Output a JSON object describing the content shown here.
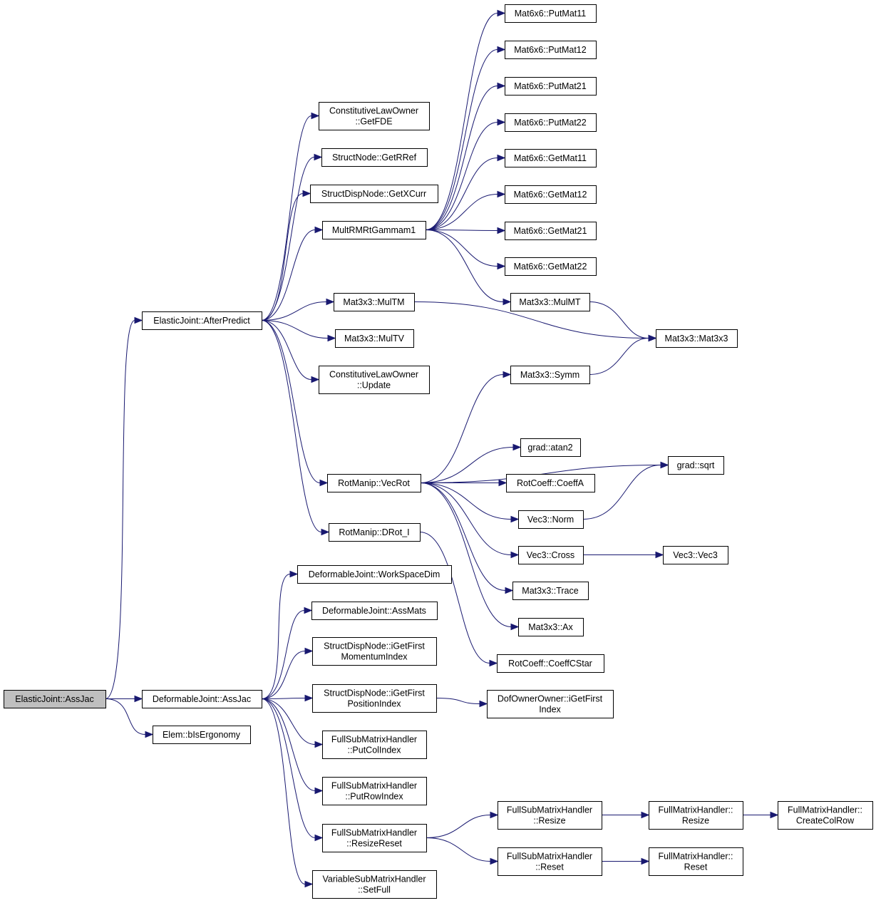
{
  "graph": {
    "type": "doxygen-call-graph",
    "colors": {
      "edge": "#191970",
      "root_fill": "#bfbfbf",
      "node_fill": "#ffffff",
      "node_stroke": "#000000"
    },
    "nodes": [
      {
        "id": "n0",
        "lines": [
          "ElasticJoint::AssJac"
        ],
        "root": true
      },
      {
        "id": "n1",
        "lines": [
          "ElasticJoint::AfterPredict"
        ]
      },
      {
        "id": "n2",
        "lines": [
          "DeformableJoint::AssJac"
        ]
      },
      {
        "id": "n3",
        "lines": [
          "Elem::bIsErgonomy"
        ]
      },
      {
        "id": "n4",
        "lines": [
          "ConstitutiveLawOwner",
          "::GetFDE"
        ]
      },
      {
        "id": "n5",
        "lines": [
          "StructNode::GetRRef"
        ]
      },
      {
        "id": "n6",
        "lines": [
          "StructDispNode::GetXCurr"
        ]
      },
      {
        "id": "n7",
        "lines": [
          "MultRMRtGammam1"
        ]
      },
      {
        "id": "n8",
        "lines": [
          "Mat3x3::MulTM"
        ]
      },
      {
        "id": "n9",
        "lines": [
          "Mat3x3::MulTV"
        ]
      },
      {
        "id": "n10",
        "lines": [
          "ConstitutiveLawOwner",
          "::Update"
        ]
      },
      {
        "id": "n11",
        "lines": [
          "RotManip::VecRot"
        ]
      },
      {
        "id": "n12",
        "lines": [
          "RotManip::DRot_I"
        ]
      },
      {
        "id": "n13",
        "lines": [
          "Mat6x6::PutMat11"
        ]
      },
      {
        "id": "n14",
        "lines": [
          "Mat6x6::PutMat12"
        ]
      },
      {
        "id": "n15",
        "lines": [
          "Mat6x6::PutMat21"
        ]
      },
      {
        "id": "n16",
        "lines": [
          "Mat6x6::PutMat22"
        ]
      },
      {
        "id": "n17",
        "lines": [
          "Mat6x6::GetMat11"
        ]
      },
      {
        "id": "n18",
        "lines": [
          "Mat6x6::GetMat12"
        ]
      },
      {
        "id": "n19",
        "lines": [
          "Mat6x6::GetMat21"
        ]
      },
      {
        "id": "n20",
        "lines": [
          "Mat6x6::GetMat22"
        ]
      },
      {
        "id": "n21",
        "lines": [
          "Mat3x3::MulMT"
        ]
      },
      {
        "id": "n22",
        "lines": [
          "Mat3x3::Mat3x3"
        ]
      },
      {
        "id": "n23",
        "lines": [
          "Mat3x3::Symm"
        ]
      },
      {
        "id": "n24",
        "lines": [
          "grad::atan2"
        ]
      },
      {
        "id": "n25",
        "lines": [
          "grad::sqrt"
        ]
      },
      {
        "id": "n26",
        "lines": [
          "RotCoeff::CoeffA"
        ]
      },
      {
        "id": "n27",
        "lines": [
          "Vec3::Norm"
        ]
      },
      {
        "id": "n28",
        "lines": [
          "Vec3::Cross"
        ]
      },
      {
        "id": "n29",
        "lines": [
          "Vec3::Vec3"
        ]
      },
      {
        "id": "n30",
        "lines": [
          "Mat3x3::Trace"
        ]
      },
      {
        "id": "n31",
        "lines": [
          "Mat3x3::Ax"
        ]
      },
      {
        "id": "n32",
        "lines": [
          "RotCoeff::CoeffCStar"
        ]
      },
      {
        "id": "n33",
        "lines": [
          "DeformableJoint::WorkSpaceDim"
        ]
      },
      {
        "id": "n34",
        "lines": [
          "DeformableJoint::AssMats"
        ]
      },
      {
        "id": "n35",
        "lines": [
          "StructDispNode::iGetFirst",
          "MomentumIndex"
        ]
      },
      {
        "id": "n36",
        "lines": [
          "StructDispNode::iGetFirst",
          "PositionIndex"
        ]
      },
      {
        "id": "n37",
        "lines": [
          "DofOwnerOwner::iGetFirst",
          "Index"
        ]
      },
      {
        "id": "n38",
        "lines": [
          "FullSubMatrixHandler",
          "::PutColIndex"
        ]
      },
      {
        "id": "n39",
        "lines": [
          "FullSubMatrixHandler",
          "::PutRowIndex"
        ]
      },
      {
        "id": "n40",
        "lines": [
          "FullSubMatrixHandler",
          "::ResizeReset"
        ]
      },
      {
        "id": "n41",
        "lines": [
          "VariableSubMatrixHandler",
          "::SetFull"
        ]
      },
      {
        "id": "n42",
        "lines": [
          "FullSubMatrixHandler",
          "::Resize"
        ]
      },
      {
        "id": "n43",
        "lines": [
          "FullSubMatrixHandler",
          "::Reset"
        ]
      },
      {
        "id": "n44",
        "lines": [
          "FullMatrixHandler::",
          "Resize"
        ]
      },
      {
        "id": "n45",
        "lines": [
          "FullMatrixHandler::",
          "Reset"
        ]
      },
      {
        "id": "n46",
        "lines": [
          "FullMatrixHandler::",
          "CreateColRow"
        ]
      }
    ],
    "edges": [
      [
        "n0",
        "n1"
      ],
      [
        "n0",
        "n2"
      ],
      [
        "n0",
        "n3"
      ],
      [
        "n1",
        "n4"
      ],
      [
        "n1",
        "n5"
      ],
      [
        "n1",
        "n6"
      ],
      [
        "n1",
        "n7"
      ],
      [
        "n1",
        "n8"
      ],
      [
        "n1",
        "n9"
      ],
      [
        "n1",
        "n10"
      ],
      [
        "n1",
        "n11"
      ],
      [
        "n1",
        "n12"
      ],
      [
        "n7",
        "n13"
      ],
      [
        "n7",
        "n14"
      ],
      [
        "n7",
        "n15"
      ],
      [
        "n7",
        "n16"
      ],
      [
        "n7",
        "n17"
      ],
      [
        "n7",
        "n18"
      ],
      [
        "n7",
        "n19"
      ],
      [
        "n7",
        "n20"
      ],
      [
        "n7",
        "n21"
      ],
      [
        "n8",
        "n22"
      ],
      [
        "n21",
        "n22"
      ],
      [
        "n23",
        "n22"
      ],
      [
        "n11",
        "n23"
      ],
      [
        "n11",
        "n24"
      ],
      [
        "n11",
        "n25"
      ],
      [
        "n11",
        "n26"
      ],
      [
        "n11",
        "n27"
      ],
      [
        "n11",
        "n28"
      ],
      [
        "n11",
        "n30"
      ],
      [
        "n11",
        "n31"
      ],
      [
        "n27",
        "n25"
      ],
      [
        "n28",
        "n29"
      ],
      [
        "n12",
        "n32"
      ],
      [
        "n2",
        "n33"
      ],
      [
        "n2",
        "n34"
      ],
      [
        "n2",
        "n35"
      ],
      [
        "n2",
        "n36"
      ],
      [
        "n2",
        "n38"
      ],
      [
        "n2",
        "n39"
      ],
      [
        "n2",
        "n40"
      ],
      [
        "n2",
        "n41"
      ],
      [
        "n36",
        "n37"
      ],
      [
        "n40",
        "n42"
      ],
      [
        "n40",
        "n43"
      ],
      [
        "n42",
        "n44"
      ],
      [
        "n43",
        "n45"
      ],
      [
        "n44",
        "n46"
      ]
    ]
  }
}
